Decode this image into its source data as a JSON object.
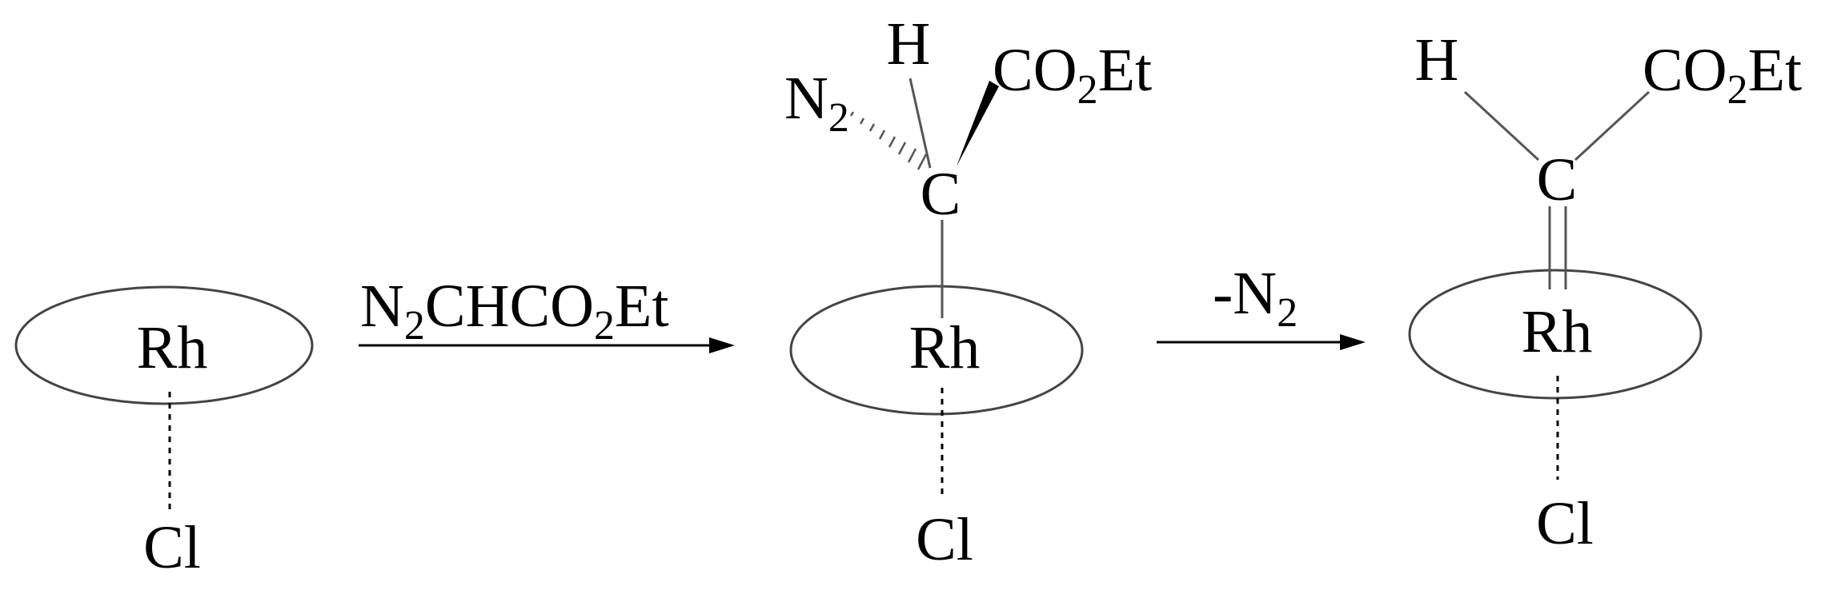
{
  "colors": {
    "ink": "#000000",
    "bond": "#555555",
    "ring": "#444444",
    "background": "#ffffff"
  },
  "structure1": {
    "metal": "Rh",
    "ligand": "Cl"
  },
  "step1": {
    "reagent_main": "N",
    "reagent_sub": "2",
    "reagent_rest": "CHCO",
    "reagent_sub2": "2",
    "reagent_end": "Et"
  },
  "structure2": {
    "metal": "Rh",
    "ligand": "Cl",
    "carbon": "C",
    "hydrogen": "H",
    "diazo": "N",
    "diazo_sub": "2",
    "ester_main": "CO",
    "ester_sub": "2",
    "ester_end": "Et"
  },
  "step2": {
    "prefix": "-N",
    "sub": "2"
  },
  "structure3": {
    "metal": "Rh",
    "ligand": "Cl",
    "carbon": "C",
    "hydrogen": "H",
    "ester_main": "CO",
    "ester_sub": "2",
    "ester_end": "Et"
  }
}
